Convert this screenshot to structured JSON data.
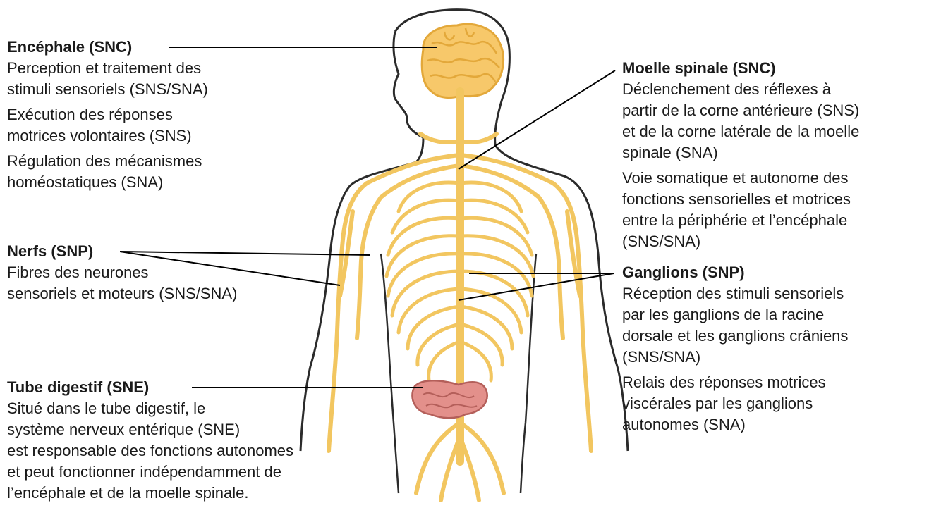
{
  "colors": {
    "nerve": "#f2c660",
    "nerve_dark": "#e3a83a",
    "brain": "#f7c86a",
    "outline": "#2b2b2b",
    "intestine": "#e3908b",
    "leader": "#000000"
  },
  "labels": {
    "encephale": {
      "title": "Encéphale (SNC)",
      "paras": [
        "Perception et traitement des\nstimuli sensoriels (SNS/SNA)",
        "Exécution des réponses\nmotrices volontaires (SNS)",
        "Régulation des mécanismes\nhoméostatiques (SNA)"
      ]
    },
    "nerfs": {
      "title": "Nerfs (SNP)",
      "paras": [
        "Fibres des neurones\nsensoriels et moteurs (SNS/SNA)"
      ]
    },
    "tube": {
      "title": "Tube digestif (SNE)",
      "paras": [
        "Situé dans le tube digestif, le\nsystème nerveux entérique (SNE)\nest responsable des fonctions autonomes\net peut fonctionner indépendamment de\nl’encéphale et de la moelle spinale."
      ]
    },
    "moelle": {
      "title": "Moelle spinale (SNC)",
      "paras": [
        "Déclenchement des réflexes à\npartir de la corne antérieure (SNS)\net de la corne latérale de la moelle\nspinale (SNA)",
        "Voie somatique et autonome des\nfonctions sensorielles et motrices\nentre la périphérie et l’encéphale\n(SNS/SNA)"
      ]
    },
    "ganglions": {
      "title": "Ganglions (SNP)",
      "paras": [
        "Réception des stimuli sensoriels\npar les ganglions de la racine\ndorsale et les ganglions crâniens\n(SNS/SNA)",
        "Relais des réponses motrices\nviscérales par les ganglions\nautonomes (SNA)"
      ]
    }
  }
}
